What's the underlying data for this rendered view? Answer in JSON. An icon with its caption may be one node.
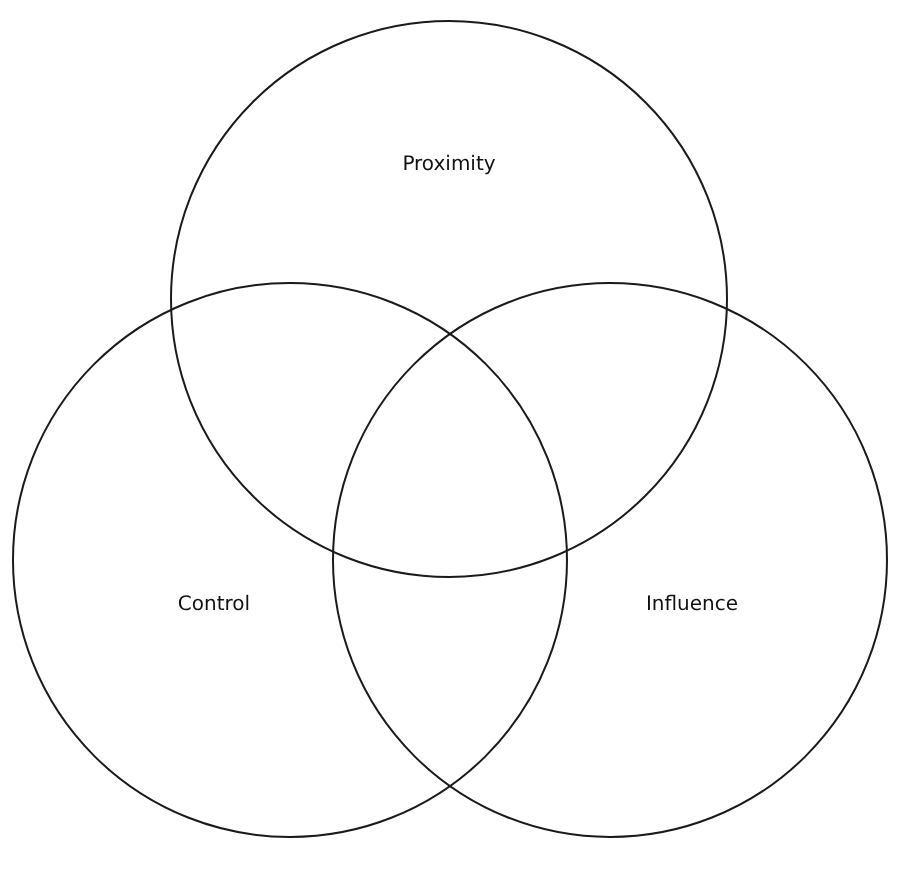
{
  "diagram": {
    "nodes": [
      {
        "text": [
          "Proximity"
        ]
      },
      {
        "text": [
          "Control"
        ]
      },
      {
        "text": [
          "Influence"
        ]
      }
    ]
  }
}
